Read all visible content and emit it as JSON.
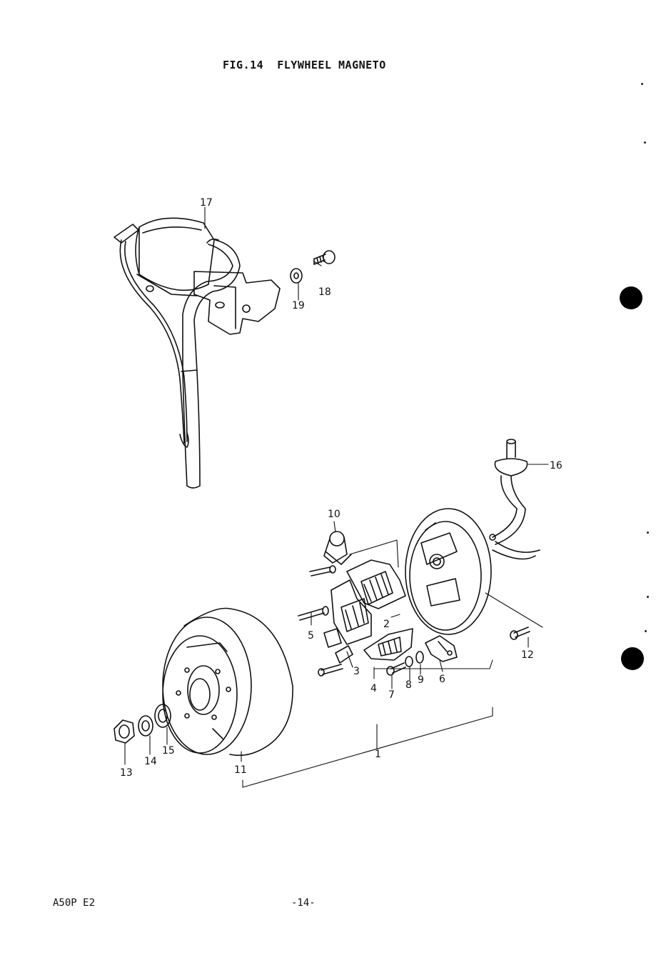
{
  "title": "FIG.14  FLYWHEEL MAGNETO",
  "footer": {
    "model": "A50P E2",
    "page_number": "-14-"
  },
  "callouts": [
    "1",
    "2",
    "3",
    "4",
    "5",
    "6",
    "7",
    "8",
    "9",
    "10",
    "11",
    "12",
    "13",
    "14",
    "15",
    "16",
    "17",
    "18",
    "19"
  ]
}
